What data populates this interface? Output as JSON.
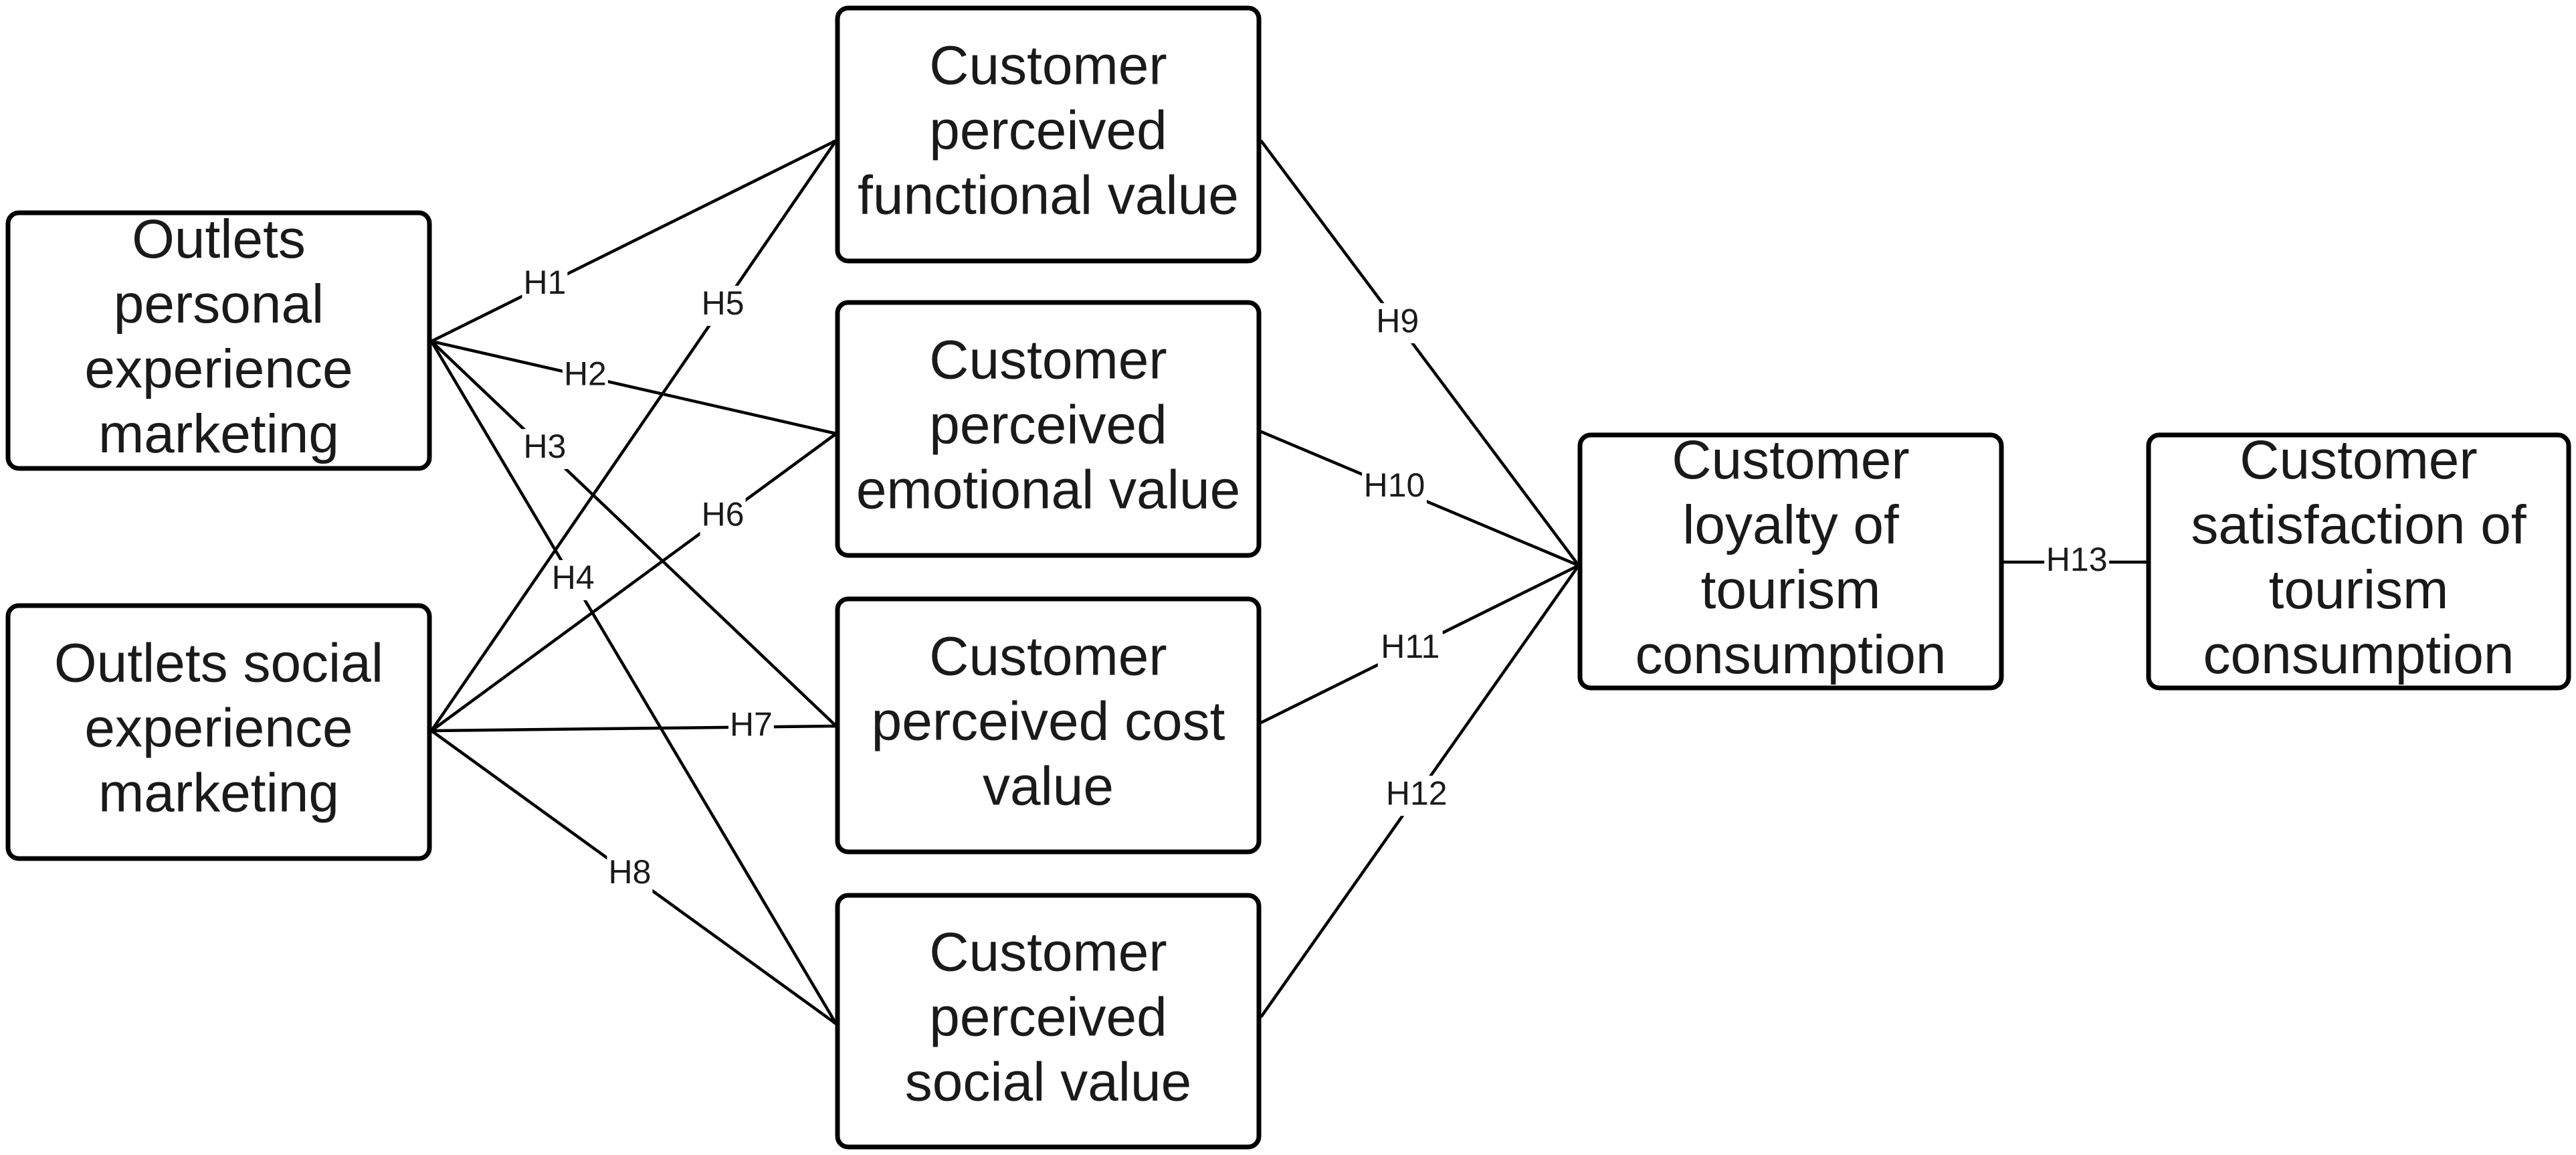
{
  "diagram": {
    "nodes": [
      {
        "id": "personal",
        "lines": [
          "Outlets",
          "personal",
          "experience",
          "marketing"
        ]
      },
      {
        "id": "social",
        "lines": [
          "Outlets social",
          "experience",
          "marketing"
        ]
      },
      {
        "id": "functional",
        "lines": [
          "Customer",
          "perceived",
          "functional value"
        ]
      },
      {
        "id": "emotional",
        "lines": [
          "Customer",
          "perceived",
          "emotional value"
        ]
      },
      {
        "id": "cost",
        "lines": [
          "Customer",
          "perceived cost",
          "value"
        ]
      },
      {
        "id": "socialvalue",
        "lines": [
          "Customer",
          "perceived",
          "social value"
        ]
      },
      {
        "id": "loyalty",
        "lines": [
          "Customer",
          "loyalty of",
          "tourism",
          "consumption"
        ]
      },
      {
        "id": "satisfaction",
        "lines": [
          "Customer",
          "satisfaction of",
          "tourism",
          "consumption"
        ]
      }
    ],
    "edges": [
      {
        "from": "personal",
        "to": "functional",
        "label": "H1"
      },
      {
        "from": "personal",
        "to": "emotional",
        "label": "H2"
      },
      {
        "from": "personal",
        "to": "cost",
        "label": "H3"
      },
      {
        "from": "personal",
        "to": "socialvalue",
        "label": "H4"
      },
      {
        "from": "social",
        "to": "functional",
        "label": "H5"
      },
      {
        "from": "social",
        "to": "emotional",
        "label": "H6"
      },
      {
        "from": "social",
        "to": "cost",
        "label": "H7"
      },
      {
        "from": "social",
        "to": "socialvalue",
        "label": "H8"
      },
      {
        "from": "functional",
        "to": "loyalty",
        "label": "H9"
      },
      {
        "from": "emotional",
        "to": "loyalty",
        "label": "H10"
      },
      {
        "from": "cost",
        "to": "loyalty",
        "label": "H11"
      },
      {
        "from": "socialvalue",
        "to": "loyalty",
        "label": "H12"
      },
      {
        "from": "loyalty",
        "to": "satisfaction",
        "label": "H13"
      }
    ]
  },
  "colors": {
    "stroke": "#000000",
    "text": "#1a1a1a",
    "background": "#ffffff"
  }
}
